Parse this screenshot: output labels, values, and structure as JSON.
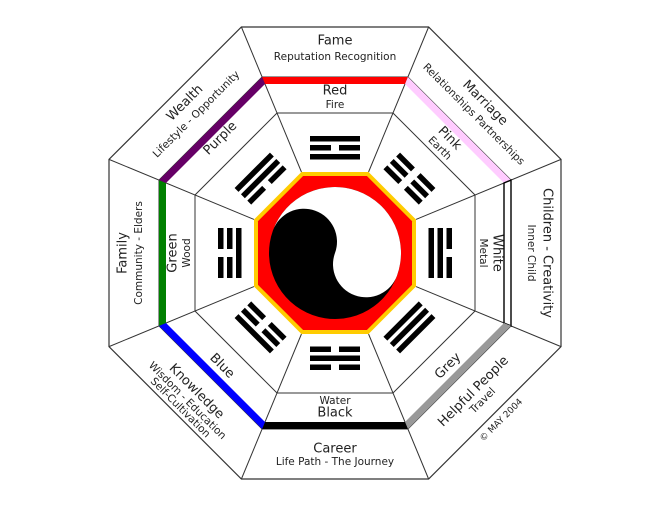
{
  "title": "Bagua Map",
  "copyright": "© MAY 2004",
  "center": {
    "name": "yin-yang",
    "ring_colors": {
      "outer": "#ffcc00",
      "inner": "#ff0000"
    }
  },
  "areas": [
    {
      "key": "fame",
      "title": "Fame",
      "subtitle": "Reputation Recognition",
      "color_name": "Red",
      "element": "Fire",
      "band_color": "#ff0000",
      "trigram": [
        1,
        0,
        1
      ]
    },
    {
      "key": "marriage",
      "title": "Marriage",
      "subtitle": "Relationships Partnerships",
      "color_name": "Pink",
      "element": "Earth",
      "band_color": "#ffccff",
      "trigram": [
        0,
        0,
        0
      ]
    },
    {
      "key": "children",
      "title": "Children - Creativity",
      "subtitle": "Inner Child",
      "color_name": "White",
      "element": "Metal",
      "band_color": "#ffffff",
      "trigram": [
        0,
        1,
        1
      ]
    },
    {
      "key": "helpful-people",
      "title": "Helpful People",
      "subtitle": "Travel",
      "color_name": "Grey",
      "element": "",
      "band_color": "#999999",
      "trigram": [
        1,
        1,
        1
      ]
    },
    {
      "key": "career",
      "title": "Career",
      "subtitle": "Life Path - The Journey",
      "color_name": "Black",
      "element": "Water",
      "band_color": "#000000",
      "trigram": [
        0,
        1,
        0
      ]
    },
    {
      "key": "knowledge",
      "title": "Knowledge",
      "subtitle": "Wisdom - Education",
      "subtitle2": "Self-Cultivation",
      "color_name": "Blue",
      "element": "",
      "band_color": "#0000ff",
      "trigram": [
        1,
        0,
        0
      ]
    },
    {
      "key": "family",
      "title": "Family",
      "subtitle": "Community - Elders",
      "color_name": "Green",
      "element": "Wood",
      "band_color": "#008000",
      "trigram": [
        0,
        0,
        1
      ]
    },
    {
      "key": "wealth",
      "title": "Wealth",
      "subtitle": "Lifestyle - Opportunity",
      "color_name": "Purple",
      "element": "",
      "band_color": "#660066",
      "trigram": [
        1,
        1,
        0
      ]
    }
  ]
}
